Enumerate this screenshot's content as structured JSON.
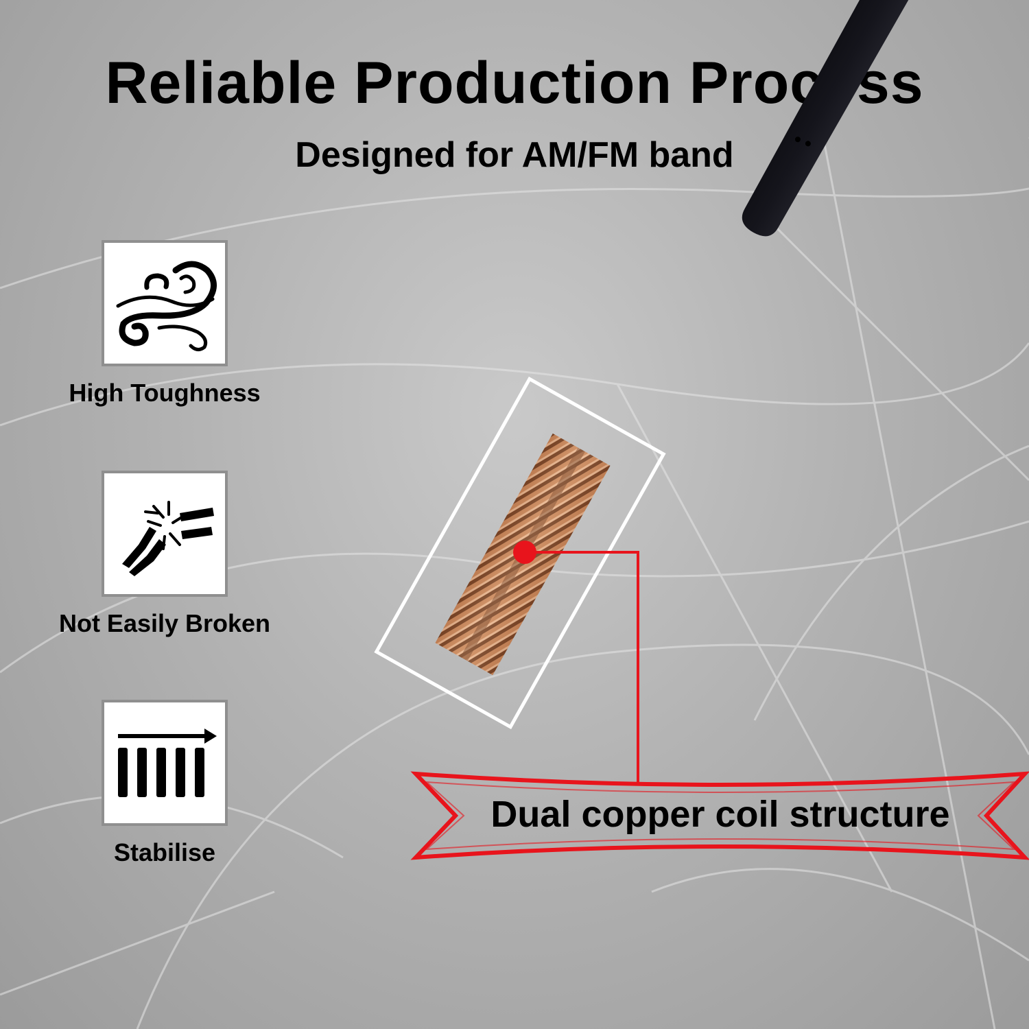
{
  "header": {
    "title": "Reliable Production Process",
    "subtitle": "Designed for AM/FM band"
  },
  "features": [
    {
      "label": "High Toughness",
      "icon": "wind-swirl-icon"
    },
    {
      "label": "Not Easily Broken",
      "icon": "broken-rod-icon"
    },
    {
      "label": "Stabilise",
      "icon": "bars-arrow-icon"
    }
  ],
  "callout": {
    "text": "Dual copper coil structure",
    "color": "#e8141c"
  },
  "colors": {
    "antenna": "#15151c",
    "copper": "#c98a5e",
    "highlight_box": "#ffffff"
  }
}
